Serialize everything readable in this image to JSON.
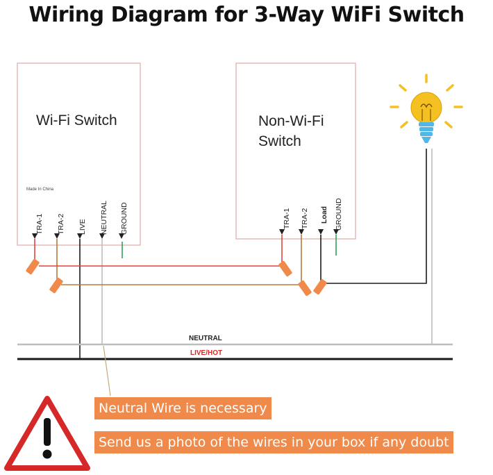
{
  "title": "Wiring Diagram for 3-Way WiFi Switch",
  "wifi_switch": {
    "label": "Wi-Fi Switch",
    "made_in": "Made In China",
    "terminals": [
      "TRA-1",
      "TRA-2",
      "LIVE",
      "NEUTRAL",
      "GROUND"
    ]
  },
  "nonwifi_switch": {
    "label_line1": "Non-Wi-Fi",
    "label_line2": "Switch",
    "terminals": [
      "TRA-1",
      "TRA-2",
      "Load",
      "GROUND"
    ]
  },
  "bus": {
    "neutral_label": "NEUTRAL",
    "live_label": "LIVE/HOT"
  },
  "notes": {
    "neutral": "Neutral Wire is necessary",
    "photo": "Send us a photo of the wires in your box if any doubt"
  },
  "colors": {
    "wire_red": "#e0443a",
    "wire_brown": "#b87a3c",
    "wire_black": "#1a1a1a",
    "wire_gray": "#bdbdbd",
    "wire_green": "#2e9e5b",
    "connector": "#f08a4b",
    "warning_red": "#d62828",
    "note_bg": "#f08a4b",
    "bulb_yellow": "#f5c021",
    "bulb_base": "#4fb8e8"
  }
}
